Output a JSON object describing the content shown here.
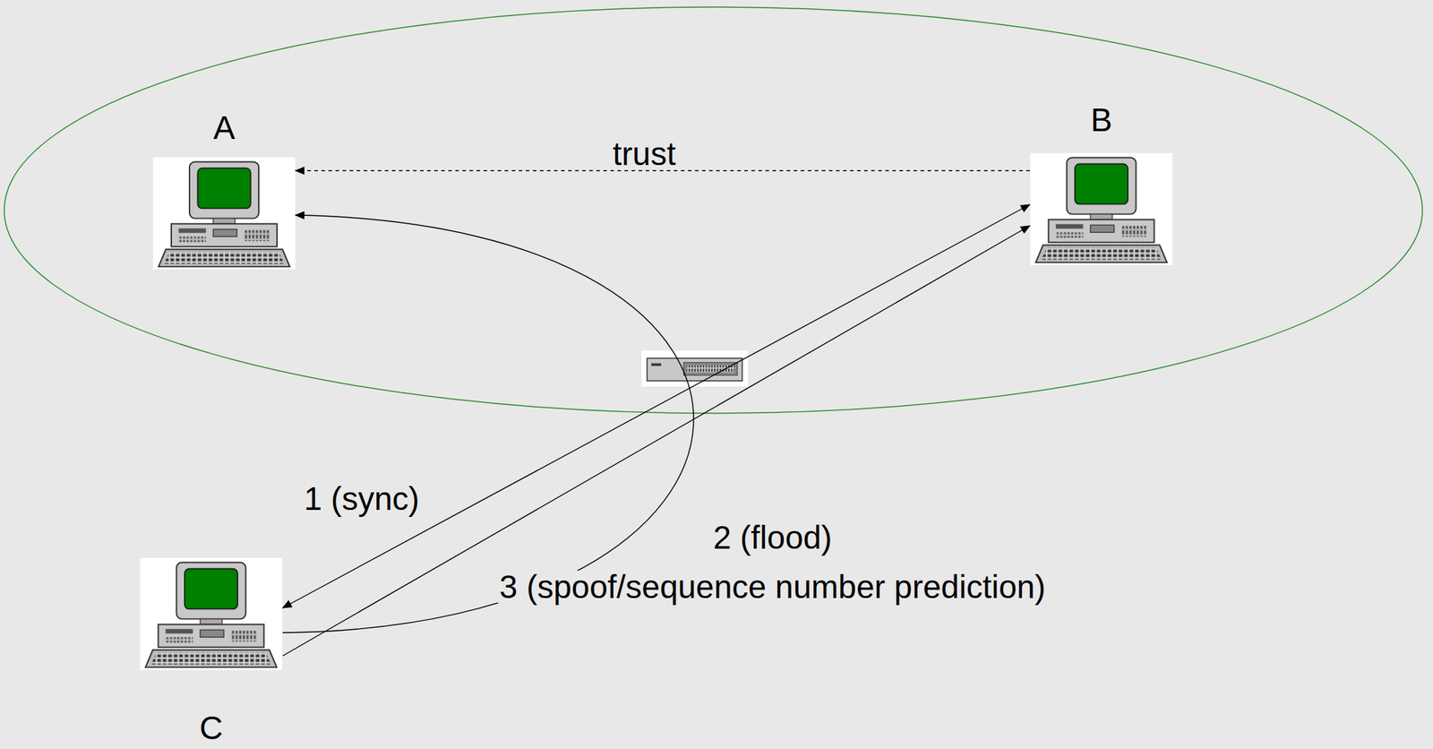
{
  "diagram": {
    "nodes": [
      {
        "text": [
          "A"
        ]
      },
      {
        "text": [
          "B"
        ]
      },
      {
        "text": [
          "C"
        ]
      }
    ],
    "edges": [
      {
        "from": 1,
        "to": 0,
        "arrow": "to",
        "label": "trust"
      },
      {
        "from": 2,
        "to": 1,
        "arrow": "both"
      },
      {
        "from": 2,
        "to": 1,
        "arrow": "to"
      },
      {
        "from": 2,
        "to": 0,
        "arrow": "to"
      }
    ],
    "labels": [
      "1 (sync)",
      "2 (flood)",
      "3 (spoof/sequence number prediction)"
    ]
  }
}
